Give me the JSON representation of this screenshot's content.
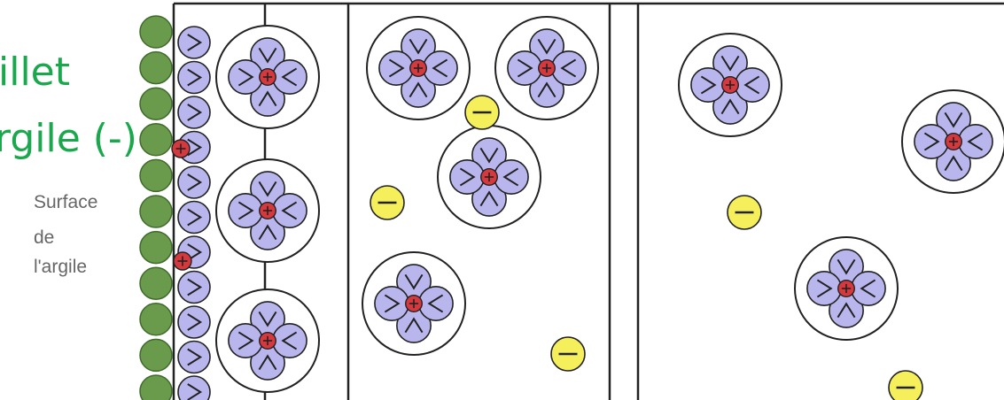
{
  "title": {
    "line1": "illet",
    "line2": "rgile (-)"
  },
  "surface_label": {
    "line1": "Surface",
    "line2": "de",
    "line3": "l'argile"
  },
  "colors": {
    "clay_particle": "#6a9a4c",
    "water_molecule": "#b9b6ee",
    "cation": "#d6393d",
    "anion": "#f4ef5a",
    "outline": "#222222",
    "title": "#1aa84c",
    "label": "#666666"
  }
}
